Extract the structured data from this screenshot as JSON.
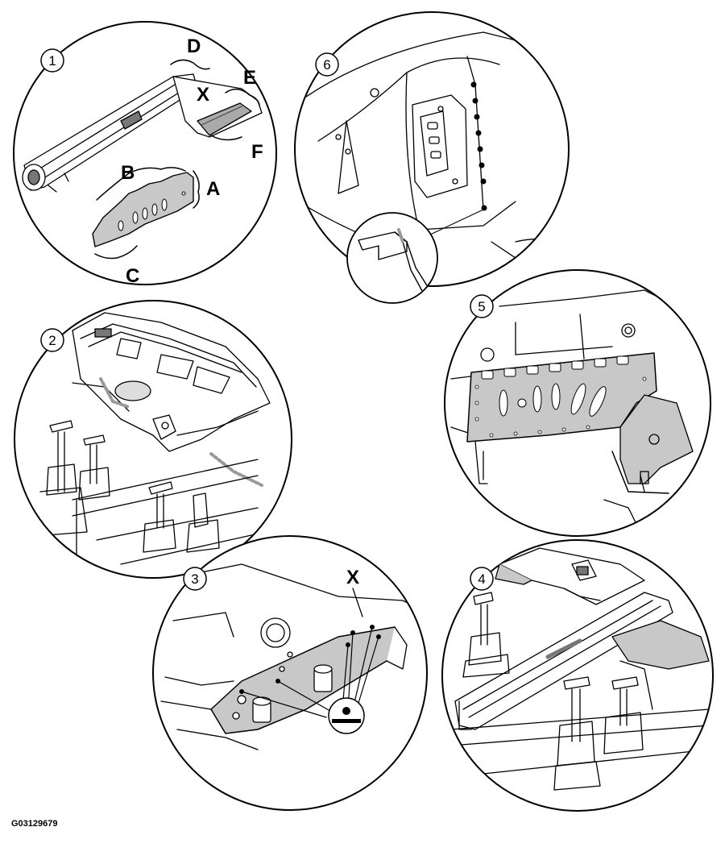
{
  "figure_id": "G03129679",
  "steps": [
    {
      "number": "1",
      "letters": [
        "D",
        "X",
        "E",
        "F",
        "B",
        "A",
        "C"
      ]
    },
    {
      "number": "2"
    },
    {
      "number": "3",
      "letters": [
        "X"
      ]
    },
    {
      "number": "4"
    },
    {
      "number": "5"
    },
    {
      "number": "6"
    }
  ],
  "colors": {
    "line": "#000000",
    "fill_part": "#c8c8c8",
    "fill_dark": "#9a9a9a",
    "background": "#ffffff"
  },
  "icons": [
    "spot-weld-symbol-icon",
    "sealer-nozzle-icon"
  ]
}
